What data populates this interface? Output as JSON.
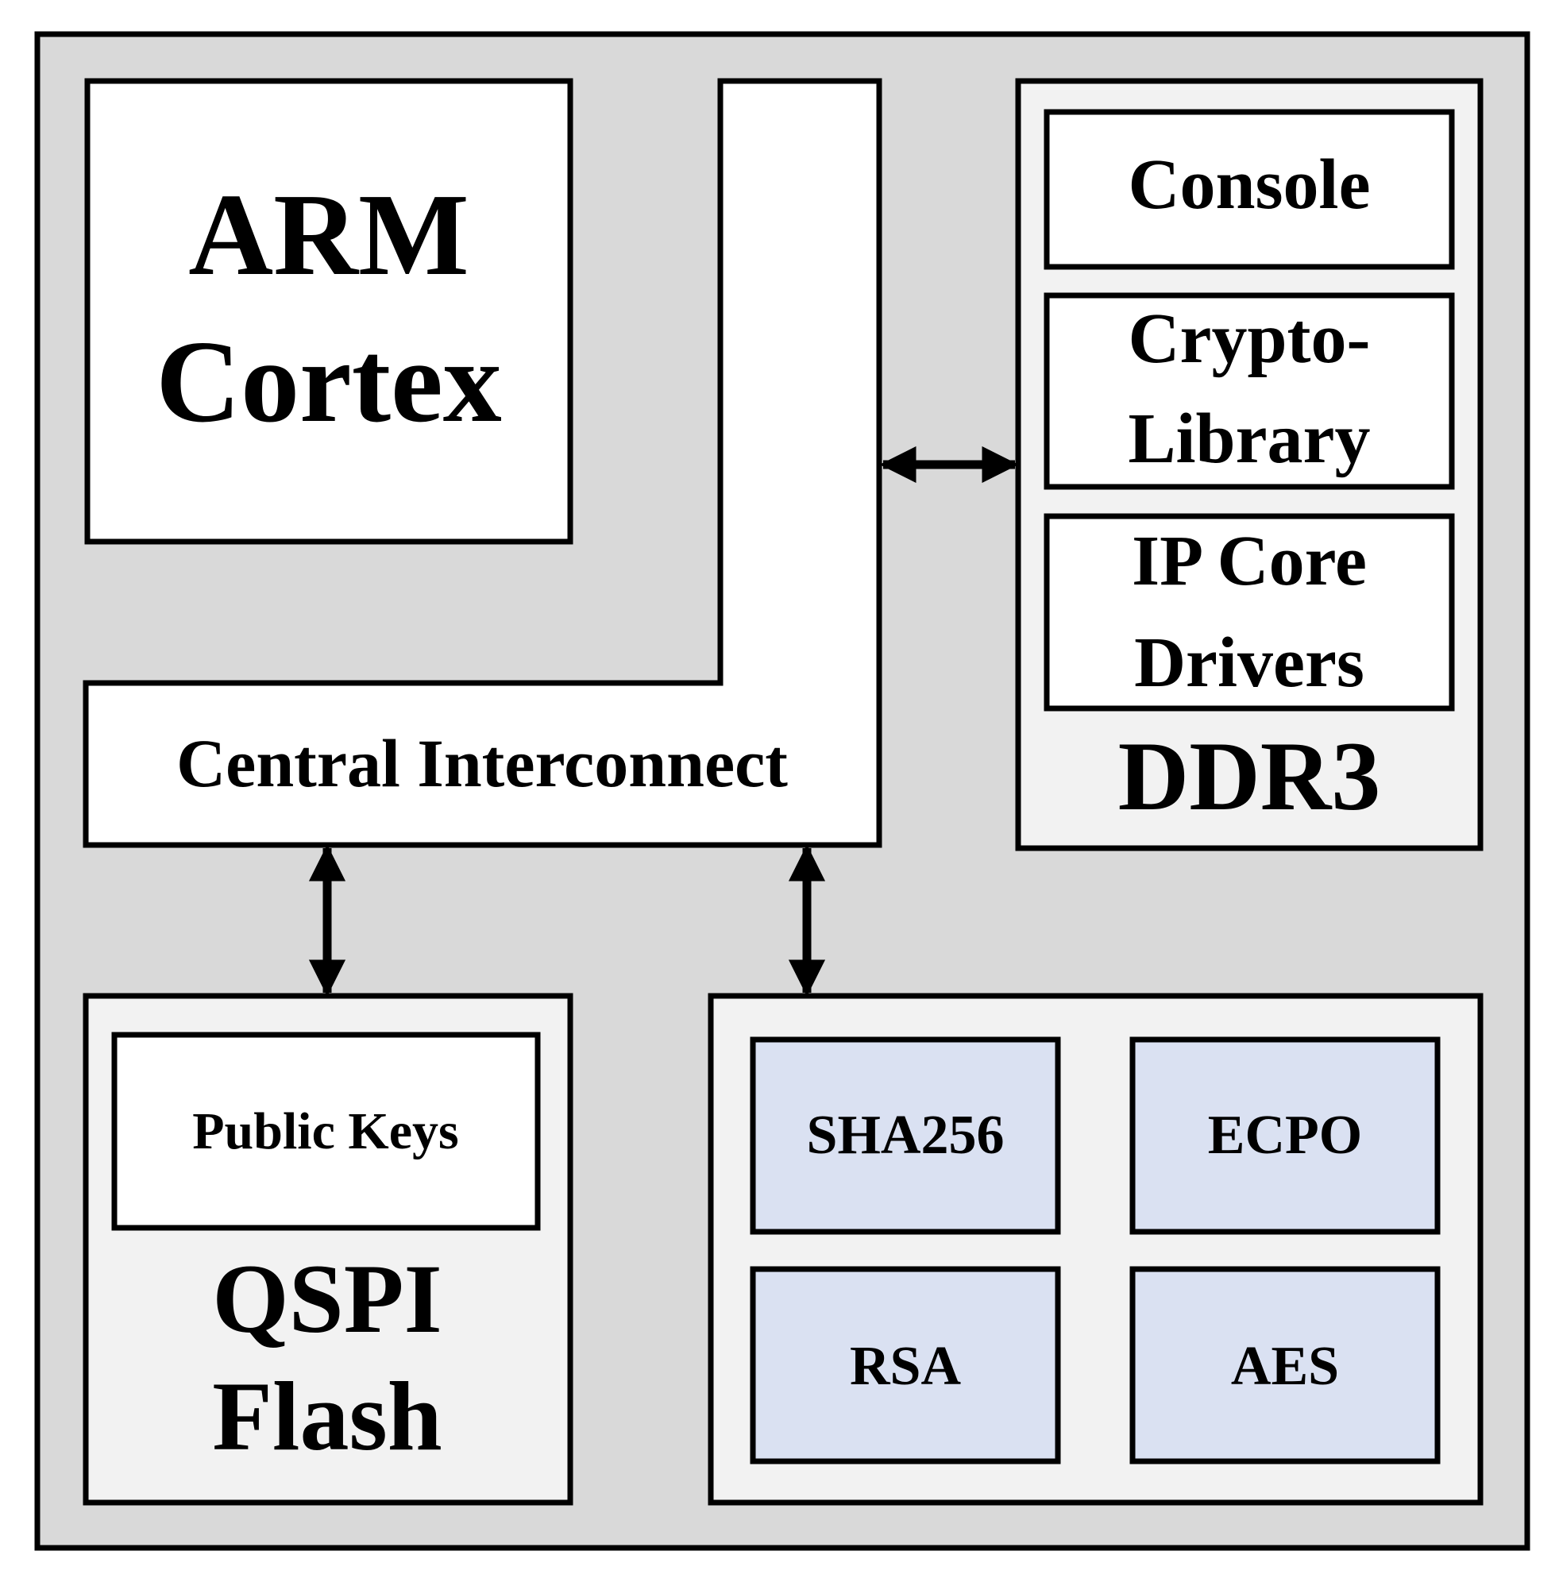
{
  "colors": {
    "outer_fill": "#d9d9d9",
    "white_fill": "#ffffff",
    "light_fill": "#f2f2f2",
    "ip_fill": "#dae1f2",
    "stroke": "#000000"
  },
  "arm": {
    "line1": "ARM",
    "line2": "Cortex"
  },
  "interconnect": {
    "label": "Central Interconnect"
  },
  "ddr3": {
    "label": "DDR3",
    "console": "Console",
    "crypto_line1": "Crypto-",
    "crypto_line2": "Library",
    "drivers_line1": "IP Core",
    "drivers_line2": "Drivers"
  },
  "qspi": {
    "line1": "QSPI",
    "line2": "Flash",
    "keys": "Public Keys"
  },
  "ip_cores": {
    "sha": "SHA256",
    "ecpo": "ECPO",
    "rsa": "RSA",
    "aes": "AES"
  }
}
